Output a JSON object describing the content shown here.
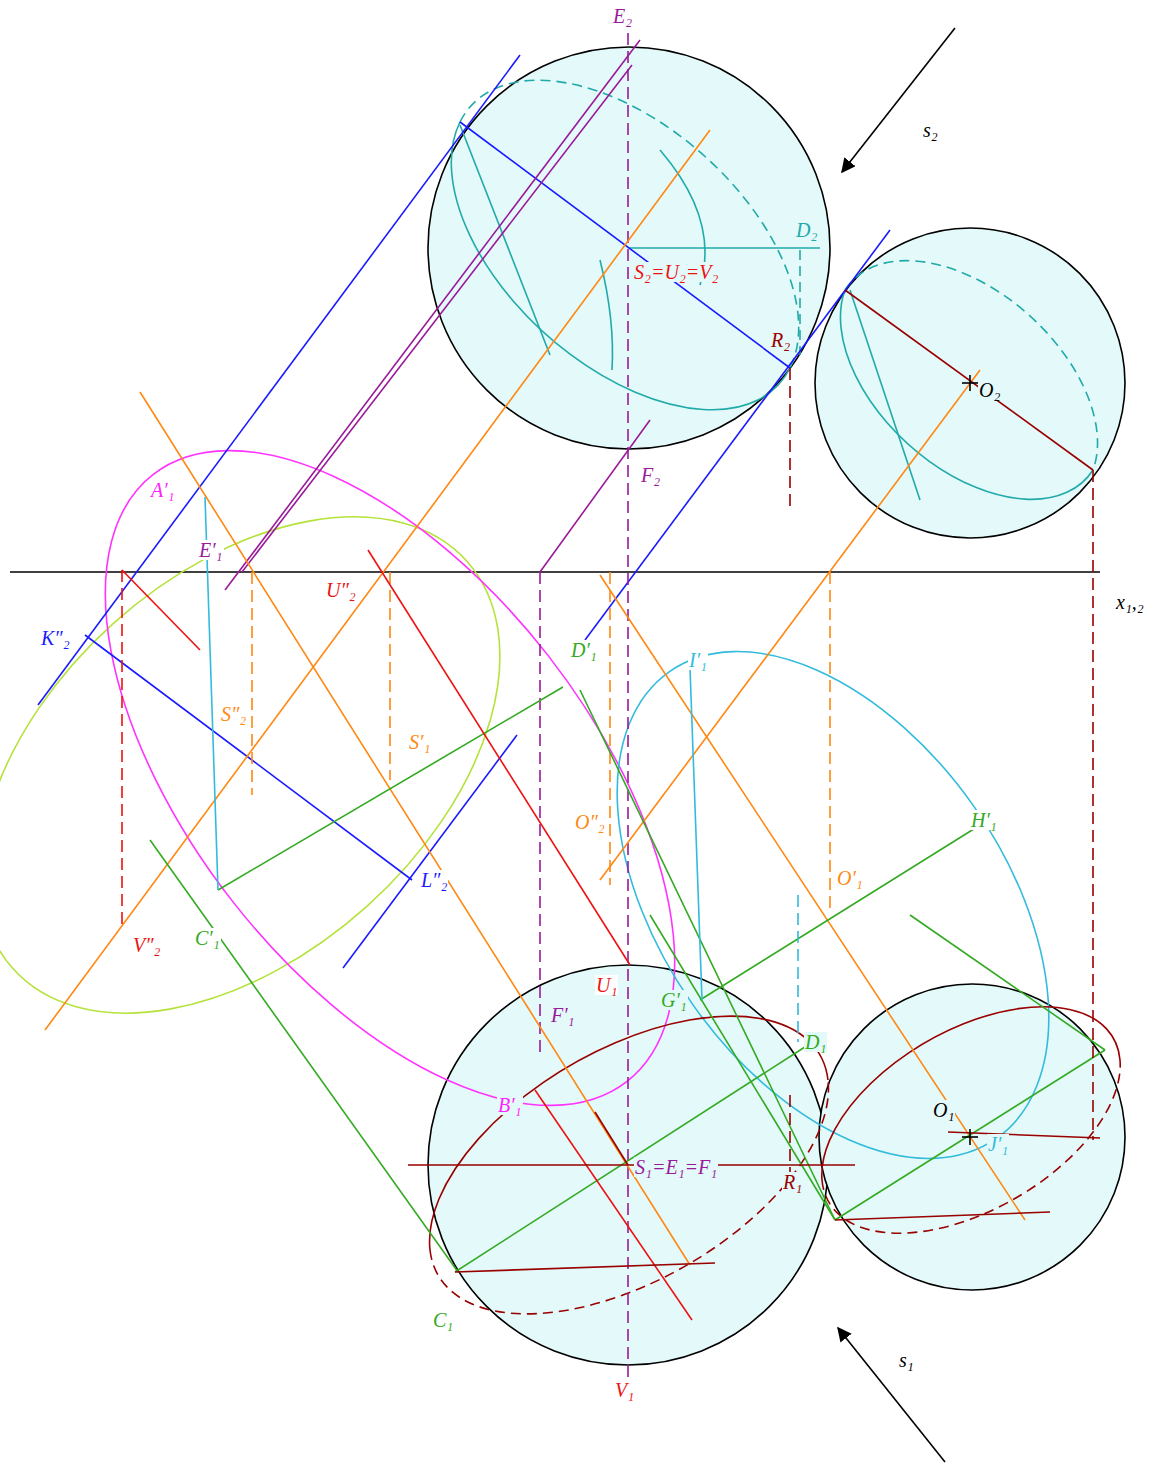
{
  "diagram": {
    "labels": [
      "E₂",
      "s₂",
      "D₂",
      "S₂=U₂=V₂",
      "R₂",
      "O₂",
      "F₂",
      "A′₁",
      "E′₁",
      "U″₂",
      "x₁,₂",
      "K″₂",
      "D′₁",
      "I′₁",
      "S″₂",
      "S′₁",
      "H′₁",
      "O″₂",
      "L″₂",
      "O′₁",
      "C′₁",
      "V″₂",
      "U₁",
      "G′₁",
      "F′₁",
      "D₁",
      "B′₁",
      "O₁",
      "S₁=E₁=F₁",
      "J′₁",
      "R₁",
      "C₁",
      "s₁",
      "V₁"
    ]
  }
}
